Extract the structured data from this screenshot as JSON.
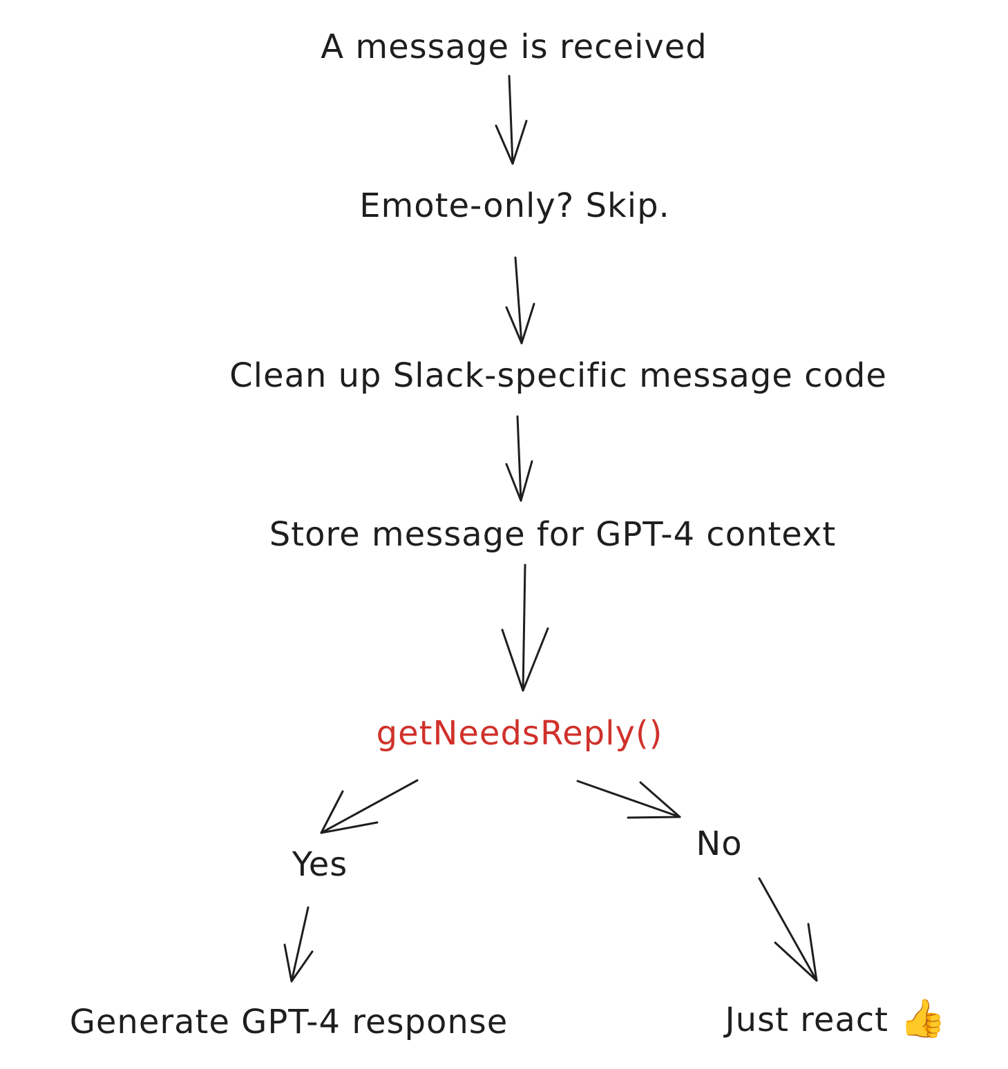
{
  "diagram": {
    "type": "flowchart",
    "nodes": {
      "received": "A message is received",
      "emote": "Emote-only? Skip.",
      "cleanup": "Clean up Slack-specific message code",
      "store": "Store message for GPT-4 context",
      "decision": "getNeedsReply()",
      "yes": "Yes",
      "no": "No",
      "generate": "Generate GPT-4 response",
      "react": "Just react",
      "react_emoji": "👍"
    },
    "edges": [
      [
        "received",
        "emote"
      ],
      [
        "emote",
        "cleanup"
      ],
      [
        "cleanup",
        "store"
      ],
      [
        "store",
        "decision"
      ],
      [
        "decision",
        "yes"
      ],
      [
        "decision",
        "no"
      ],
      [
        "yes",
        "generate"
      ],
      [
        "no",
        "react"
      ]
    ],
    "colors": {
      "text": "#1e1e1e",
      "decision": "#d0302a",
      "background": "#ffffff"
    }
  }
}
